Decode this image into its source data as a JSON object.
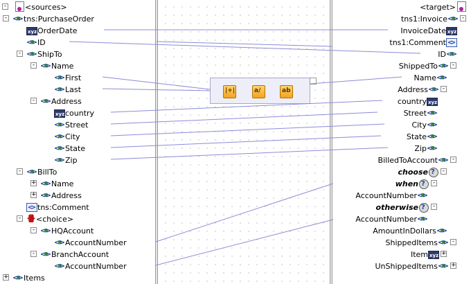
{
  "source_tree": {
    "root_label": "<sources>",
    "nodes": [
      {
        "label": "tns:PurchaseOrder",
        "depth": 1,
        "icon": "element-icon",
        "exp": "-"
      },
      {
        "label": "OrderDate",
        "depth": 2,
        "icon": "attribute-icon",
        "exp": ""
      },
      {
        "label": "ID",
        "depth": 2,
        "icon": "element-icon",
        "exp": ""
      },
      {
        "label": "ShipTo",
        "depth": 2,
        "icon": "element-icon",
        "exp": "-"
      },
      {
        "label": "Name",
        "depth": 3,
        "icon": "element-icon",
        "exp": "-"
      },
      {
        "label": "First",
        "depth": 4,
        "icon": "element-icon",
        "exp": ""
      },
      {
        "label": "Last",
        "depth": 4,
        "icon": "element-icon",
        "exp": ""
      },
      {
        "label": "Address",
        "depth": 3,
        "icon": "element-icon",
        "exp": "-"
      },
      {
        "label": "country",
        "depth": 4,
        "icon": "attribute-icon",
        "exp": ""
      },
      {
        "label": "Street",
        "depth": 4,
        "icon": "element-icon",
        "exp": ""
      },
      {
        "label": "City",
        "depth": 4,
        "icon": "element-icon",
        "exp": ""
      },
      {
        "label": "State",
        "depth": 4,
        "icon": "element-icon",
        "exp": ""
      },
      {
        "label": "Zip",
        "depth": 4,
        "icon": "element-icon",
        "exp": ""
      },
      {
        "label": "BillTo",
        "depth": 2,
        "icon": "element-icon",
        "exp": "-"
      },
      {
        "label": "Name",
        "depth": 3,
        "icon": "element-icon",
        "exp": "+"
      },
      {
        "label": "Address",
        "depth": 3,
        "icon": "element-icon",
        "exp": "+"
      },
      {
        "label": "tns:Comment",
        "depth": 2,
        "icon": "any-icon",
        "exp": ""
      },
      {
        "label": "<choice>",
        "depth": 2,
        "icon": "choice-icon",
        "exp": "-"
      },
      {
        "label": "HQAccount",
        "depth": 3,
        "icon": "element-icon",
        "exp": "-"
      },
      {
        "label": "AccountNumber",
        "depth": 4,
        "icon": "element-icon",
        "exp": ""
      },
      {
        "label": "BranchAccount",
        "depth": 3,
        "icon": "element-icon",
        "exp": "-"
      },
      {
        "label": "AccountNumber",
        "depth": 4,
        "icon": "element-icon",
        "exp": ""
      },
      {
        "label": "Items",
        "depth": 1,
        "icon": "element-icon",
        "exp": "+"
      }
    ]
  },
  "target_tree": {
    "root_label": "<target>",
    "nodes": [
      {
        "label": "tns1:Invoice",
        "depth": 1,
        "icon": "element-icon",
        "exp": "-",
        "style": ""
      },
      {
        "label": "InvoiceDate",
        "depth": 2,
        "icon": "attribute-icon",
        "exp": "",
        "style": ""
      },
      {
        "label": "tns1:Comment",
        "depth": 2,
        "icon": "any-icon",
        "exp": "",
        "style": ""
      },
      {
        "label": "ID",
        "depth": 2,
        "icon": "element-icon",
        "exp": "",
        "style": ""
      },
      {
        "label": "ShippedTo",
        "depth": 2,
        "icon": "element-icon",
        "exp": "-",
        "style": ""
      },
      {
        "label": "Name",
        "depth": 3,
        "icon": "element-icon",
        "exp": "",
        "style": ""
      },
      {
        "label": "Address",
        "depth": 3,
        "icon": "element-icon",
        "exp": "-",
        "style": ""
      },
      {
        "label": "country",
        "depth": 4,
        "icon": "attribute-icon",
        "exp": "",
        "style": ""
      },
      {
        "label": "Street",
        "depth": 4,
        "icon": "element-icon",
        "exp": "",
        "style": ""
      },
      {
        "label": "City",
        "depth": 4,
        "icon": "element-icon",
        "exp": "",
        "style": ""
      },
      {
        "label": "State",
        "depth": 4,
        "icon": "element-icon",
        "exp": "",
        "style": ""
      },
      {
        "label": "Zip",
        "depth": 4,
        "icon": "element-icon",
        "exp": "",
        "style": ""
      },
      {
        "label": "BilledToAccount",
        "depth": 2,
        "icon": "element-icon",
        "exp": "-",
        "style": ""
      },
      {
        "label": "choose",
        "depth": 3,
        "icon": "condition-icon",
        "exp": "-",
        "style": "bi"
      },
      {
        "label": "when",
        "depth": 4,
        "icon": "condition-icon",
        "exp": "-",
        "style": "bi"
      },
      {
        "label": "AccountNumber",
        "depth": 5,
        "icon": "element-icon",
        "exp": "",
        "style": ""
      },
      {
        "label": "otherwise",
        "depth": 4,
        "icon": "condition-icon",
        "exp": "-",
        "style": "bi"
      },
      {
        "label": "AccountNumber",
        "depth": 5,
        "icon": "element-icon",
        "exp": "",
        "style": ""
      },
      {
        "label": "AmountInDollars",
        "depth": 3,
        "icon": "element-icon",
        "exp": "",
        "style": ""
      },
      {
        "label": "ShippedItems",
        "depth": 2,
        "icon": "element-icon",
        "exp": "-",
        "style": ""
      },
      {
        "label": "Item",
        "depth": 3,
        "icon": "repeat-icon",
        "exp": "+",
        "style": ""
      },
      {
        "label": "UnShippedItems",
        "depth": 2,
        "icon": "element-icon",
        "exp": "+",
        "style": ""
      }
    ]
  },
  "function_chain": {
    "functions": [
      {
        "icon": "concat-function-icon",
        "glyph": "|+|"
      },
      {
        "icon": "string-function-icon",
        "glyph": "a/"
      },
      {
        "icon": "string-function-icon",
        "glyph": "ab"
      }
    ]
  },
  "colors": {
    "mapping_line": "#8b8bd8",
    "tree_line": "#a0a0a0",
    "element_icon": "#1e3fa0",
    "function_fill": "#f7b733"
  }
}
